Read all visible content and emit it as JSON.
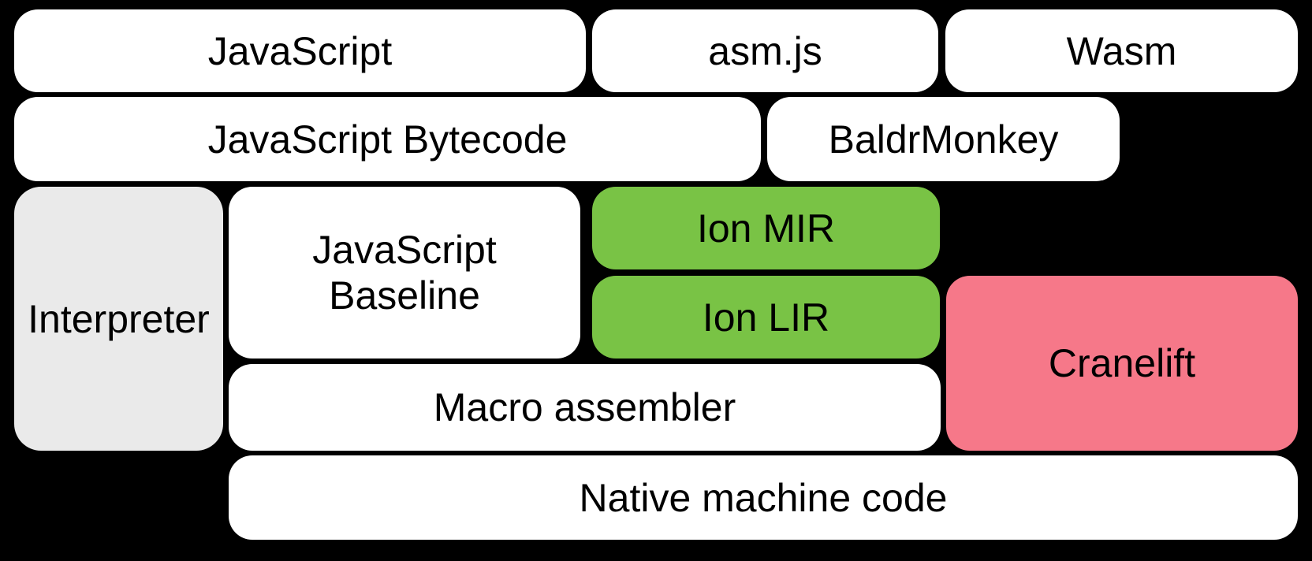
{
  "title": "JavaScript and WebAssembly compilation pipeline diagram",
  "colors": {
    "background": "#000000",
    "text": "#000000",
    "white": "#FFFFFF",
    "gray": "#EAEAEA",
    "green": "#79C345",
    "pink": "#F67889"
  },
  "boxes": {
    "javascript": {
      "label": "JavaScript"
    },
    "asmjs": {
      "label": "asm.js"
    },
    "wasm": {
      "label": "Wasm"
    },
    "bytecode": {
      "label": "JavaScript Bytecode"
    },
    "baldrmonkey": {
      "label": "BaldrMonkey"
    },
    "interpreter": {
      "label": "Interpreter"
    },
    "baseline": {
      "lines": [
        "JavaScript",
        "Baseline"
      ]
    },
    "ion_mir": {
      "label": "Ion MIR"
    },
    "ion_lir": {
      "label": "Ion LIR"
    },
    "cranelift": {
      "label": "Cranelift"
    },
    "macro_assembler": {
      "label": "Macro assembler"
    },
    "native_code": {
      "label": "Native machine code"
    }
  }
}
